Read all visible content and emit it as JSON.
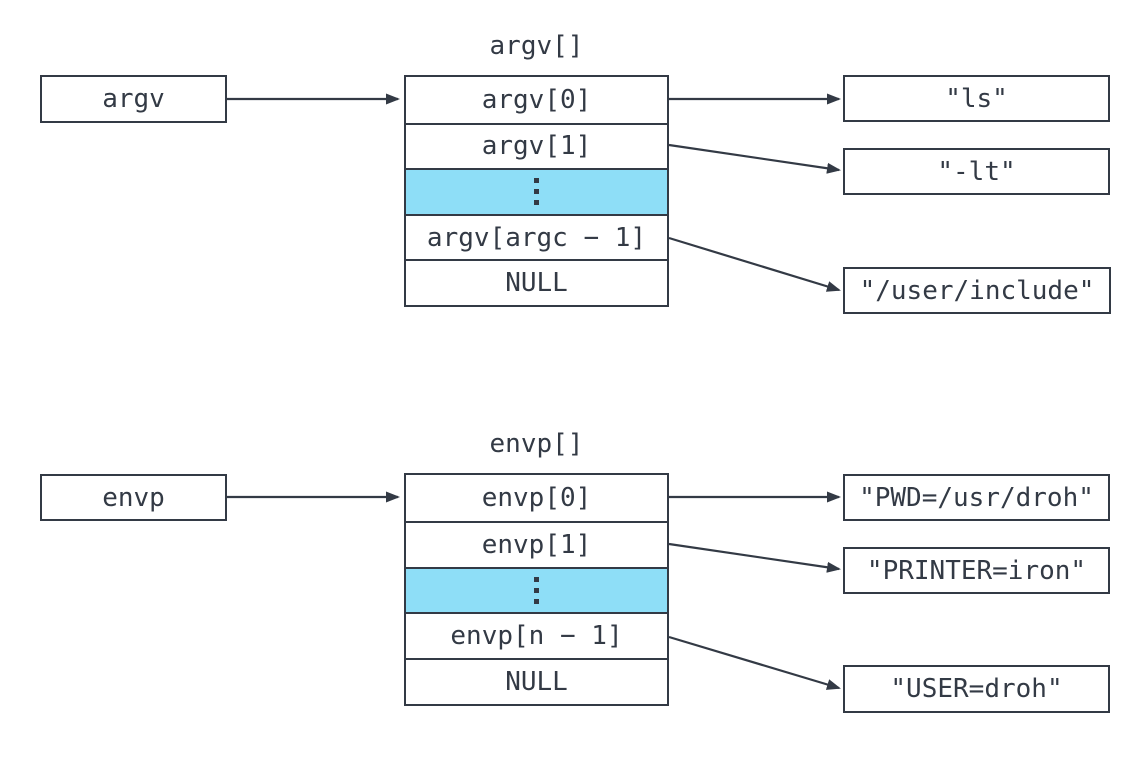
{
  "colors": {
    "ink": "#333a45",
    "highlight_fill": "#8edef7",
    "background": "#ffffff"
  },
  "argv": {
    "pointer_label": "argv",
    "array_title": "argv[]",
    "cells": [
      {
        "label": "argv[0]"
      },
      {
        "label": "argv[1]"
      },
      {
        "label": "⋮",
        "type": "vertical-ellipsis",
        "highlighted": true
      },
      {
        "label": "argv[argc − 1]"
      },
      {
        "label": "NULL"
      }
    ],
    "strings": [
      {
        "text": "\"ls\""
      },
      {
        "text": "\"-lt\""
      },
      {
        "text": "\"/user/include\""
      }
    ]
  },
  "envp": {
    "pointer_label": "envp",
    "array_title": "envp[]",
    "cells": [
      {
        "label": "envp[0]"
      },
      {
        "label": "envp[1]"
      },
      {
        "label": "⋮",
        "type": "vertical-ellipsis",
        "highlighted": true
      },
      {
        "label": "envp[n − 1]"
      },
      {
        "label": "NULL"
      }
    ],
    "strings": [
      {
        "text": "\"PWD=/usr/droh\""
      },
      {
        "text": "\"PRINTER=iron\""
      },
      {
        "text": "\"USER=droh\""
      }
    ]
  }
}
